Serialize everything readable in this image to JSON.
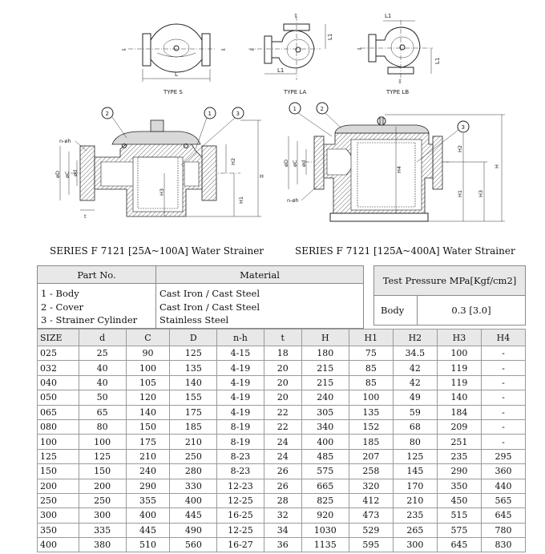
{
  "drawings": {
    "top_types": [
      "TYPE S",
      "TYPE LA",
      "TYPE LB"
    ],
    "dim_labels": {
      "L": "L",
      "L1": "L1"
    },
    "left_labels": [
      "n-øh",
      "øD",
      "øC",
      "ød",
      "t",
      "H3",
      "H2",
      "H1",
      "H",
      "1",
      "2",
      "3"
    ],
    "right_labels": [
      "øD",
      "øC",
      "ød",
      "n-øh",
      "H4",
      "H2",
      "H1",
      "H3",
      "H",
      "1",
      "2",
      "3"
    ]
  },
  "captions": {
    "left": "SERIES F 7121 [25A~100A] Water Strainer",
    "right": "SERIES F 7121 [125A~400A] Water Strainer"
  },
  "parts": {
    "col_part": "Part No.",
    "col_material": "Material",
    "rows": [
      {
        "part": "1 - Body",
        "material": "Cast Iron / Cast Steel"
      },
      {
        "part": "2 - Cover",
        "material": "Cast Iron / Cast Steel"
      },
      {
        "part": "3 - Strainer Cylinder",
        "material": "Stainless Steel"
      }
    ]
  },
  "test_pressure": {
    "header": "Test Pressure MPa[Kgf/cm2]",
    "label": "Body",
    "value": "0.3 [3.0]"
  },
  "dimensions": {
    "headers": [
      "SIZE",
      "d",
      "C",
      "D",
      "n-h",
      "t",
      "H",
      "H1",
      "H2",
      "H3",
      "H4"
    ],
    "rows": [
      [
        "025",
        "25",
        "90",
        "125",
        "4-15",
        "18",
        "180",
        "75",
        "34.5",
        "100",
        "-"
      ],
      [
        "032",
        "40",
        "100",
        "135",
        "4-19",
        "20",
        "215",
        "85",
        "42",
        "119",
        "-"
      ],
      [
        "040",
        "40",
        "105",
        "140",
        "4-19",
        "20",
        "215",
        "85",
        "42",
        "119",
        "-"
      ],
      [
        "050",
        "50",
        "120",
        "155",
        "4-19",
        "20",
        "240",
        "100",
        "49",
        "140",
        "-"
      ],
      [
        "065",
        "65",
        "140",
        "175",
        "4-19",
        "22",
        "305",
        "135",
        "59",
        "184",
        "-"
      ],
      [
        "080",
        "80",
        "150",
        "185",
        "8-19",
        "22",
        "340",
        "152",
        "68",
        "209",
        "-"
      ],
      [
        "100",
        "100",
        "175",
        "210",
        "8-19",
        "24",
        "400",
        "185",
        "80",
        "251",
        "-"
      ],
      [
        "125",
        "125",
        "210",
        "250",
        "8-23",
        "24",
        "485",
        "207",
        "125",
        "235",
        "295"
      ],
      [
        "150",
        "150",
        "240",
        "280",
        "8-23",
        "26",
        "575",
        "258",
        "145",
        "290",
        "360"
      ],
      [
        "200",
        "200",
        "290",
        "330",
        "12-23",
        "26",
        "665",
        "320",
        "170",
        "350",
        "440"
      ],
      [
        "250",
        "250",
        "355",
        "400",
        "12-25",
        "28",
        "825",
        "412",
        "210",
        "450",
        "565"
      ],
      [
        "300",
        "300",
        "400",
        "445",
        "16-25",
        "32",
        "920",
        "473",
        "235",
        "515",
        "645"
      ],
      [
        "350",
        "335",
        "445",
        "490",
        "12-25",
        "34",
        "1030",
        "529",
        "265",
        "575",
        "780"
      ],
      [
        "400",
        "380",
        "510",
        "560",
        "16-27",
        "36",
        "1135",
        "595",
        "300",
        "645",
        "830"
      ]
    ]
  }
}
